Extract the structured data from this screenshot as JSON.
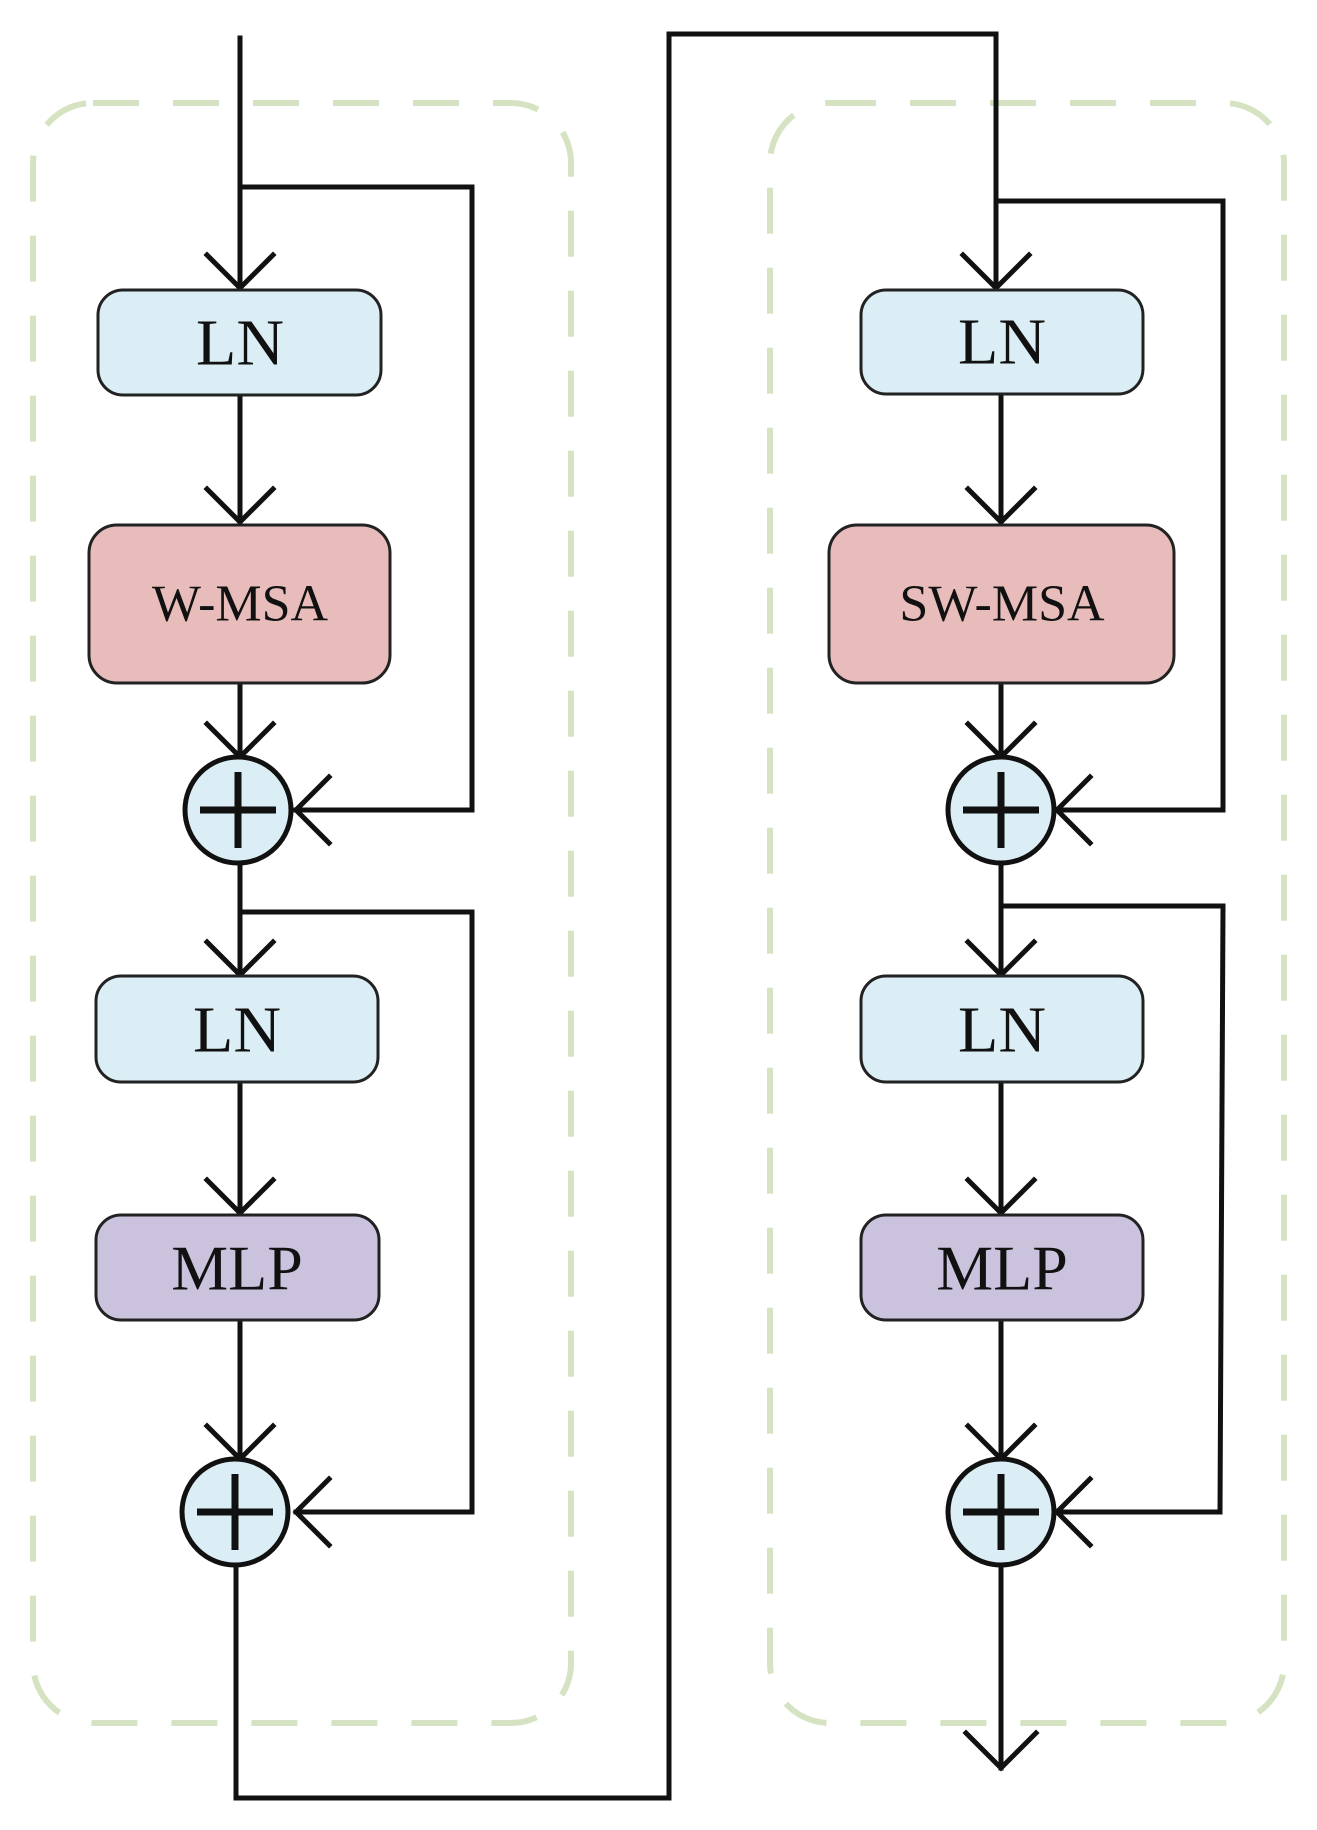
{
  "blocks": [
    {
      "ln1": "LN",
      "attention": "W-MSA",
      "ln2": "LN",
      "mlp": "MLP"
    },
    {
      "ln1": "LN",
      "attention": "SW-MSA",
      "ln2": "LN",
      "mlp": "MLP"
    }
  ],
  "colors": {
    "ln_fill": "#dbeef5",
    "msa_fill": "#e7bcba",
    "mlp_fill": "#cbc3de",
    "adder_fill": "#dbeef5",
    "group_border": "#d5e3c2",
    "line": "#111111"
  }
}
